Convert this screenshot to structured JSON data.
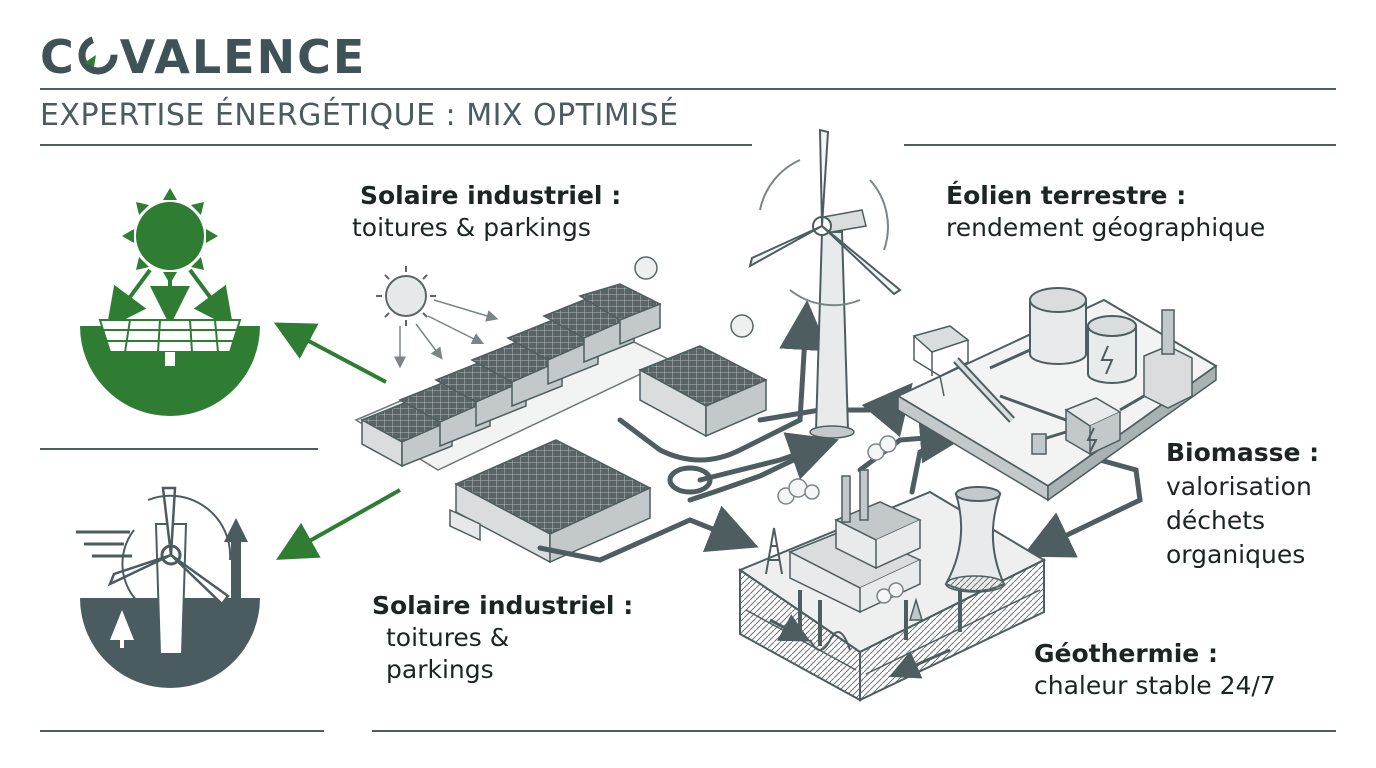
{
  "brand": {
    "name_prefix": "C",
    "name_suffix": "VALENCE"
  },
  "subtitle": "EXPERTISE ÉNERGÉTIQUE : MIX OPTIMISÉ",
  "colors": {
    "accent_green": "#2e7d32",
    "slate": "#3f5357",
    "line": "#4e5d60"
  },
  "labels": {
    "solar_top": {
      "title": "Solaire industriel :",
      "lines": [
        "toitures & parkings"
      ]
    },
    "wind": {
      "title": "Éolien terrestre :",
      "lines": [
        "rendement géographique"
      ]
    },
    "biomass": {
      "title": "Biomasse :",
      "lines": [
        "valorisation",
        "déchets",
        "organiques"
      ]
    },
    "solar_bottom": {
      "title": "Solaire industriel :",
      "lines": [
        "toitures &",
        "parkings"
      ]
    },
    "geothermal": {
      "title": "Géothermie :",
      "lines": [
        "chaleur stable 24/7"
      ]
    }
  },
  "icons": [
    "solar-panel-sun-icon",
    "wind-turbine-icon",
    "factory-icon",
    "cooling-tower-icon",
    "biomass-plant-icon",
    "warehouse-icon"
  ]
}
